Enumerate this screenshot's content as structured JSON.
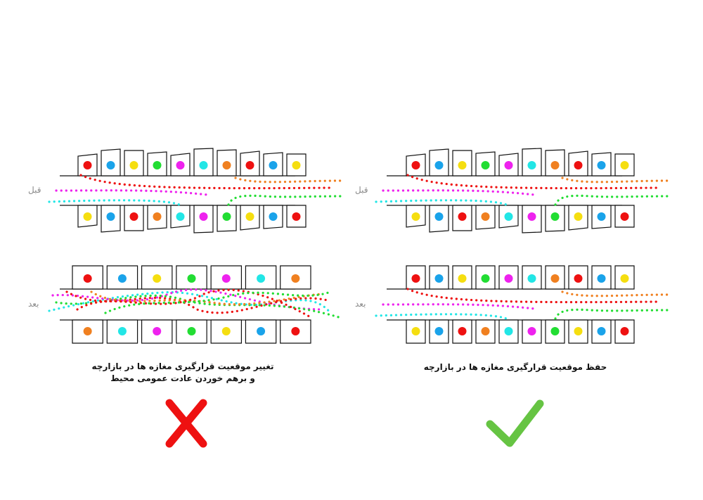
{
  "colors": {
    "red": "#ee1111",
    "blue": "#1aa3ea",
    "yellow": "#f5de10",
    "green": "#22dd33",
    "magenta": "#ee22ee",
    "cyan": "#22e6e6",
    "orange": "#f08020",
    "check": "#66c443",
    "cross": "#ee1111"
  },
  "labels": {
    "before": "قبل",
    "after": "بعد"
  },
  "right_panel": {
    "caption": "حفظ موقعیت قرارگیری مغازه ها در بازارچه",
    "verdict_icon": "check-icon",
    "before_top_shops": [
      "red",
      "blue",
      "yellow",
      "green",
      "magenta",
      "cyan",
      "orange",
      "red",
      "blue",
      "yellow"
    ],
    "before_bottom_shops": [
      "yellow",
      "blue",
      "red",
      "orange",
      "cyan",
      "magenta",
      "green",
      "yellow",
      "blue",
      "red"
    ],
    "after_top_shops": [
      "red",
      "blue",
      "yellow",
      "green",
      "magenta",
      "cyan",
      "orange",
      "red",
      "blue",
      "yellow"
    ],
    "after_bottom_shops": [
      "yellow",
      "blue",
      "red",
      "orange",
      "cyan",
      "magenta",
      "green",
      "yellow",
      "blue",
      "red"
    ]
  },
  "left_panel": {
    "caption_line1": "تغییر موقعیت قرارگیری مغازه ها در بازارچه",
    "caption_line2": "و برهم خوردن عادت عمومی محیط",
    "verdict_icon": "cross-icon",
    "before_top_shops": [
      "red",
      "blue",
      "yellow",
      "green",
      "magenta",
      "cyan",
      "orange",
      "red",
      "blue",
      "yellow"
    ],
    "before_bottom_shops": [
      "yellow",
      "blue",
      "red",
      "orange",
      "cyan",
      "magenta",
      "green",
      "yellow",
      "blue",
      "red"
    ],
    "after_top_shops": [
      "red",
      "blue",
      "yellow",
      "green",
      "magenta",
      "cyan",
      "orange"
    ],
    "after_bottom_shops": [
      "orange",
      "cyan",
      "magenta",
      "green",
      "yellow",
      "blue",
      "red"
    ]
  }
}
